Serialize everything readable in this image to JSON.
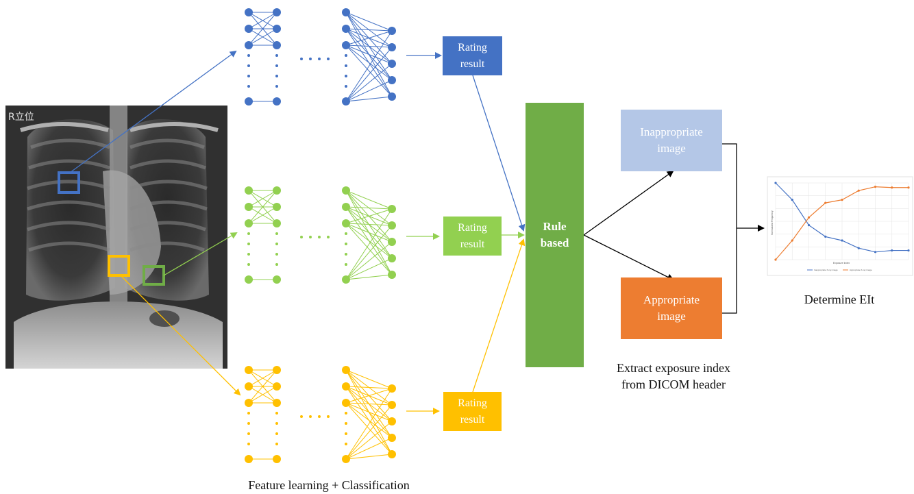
{
  "xray": {
    "label": "R立位"
  },
  "boxes": {
    "rating_blue": "Rating result",
    "rating_green": "Rating result",
    "rating_yellow": "Rating result",
    "rule": "Rule based",
    "inappropriate": "Inappropriate image",
    "appropriate": "Appropriate image"
  },
  "captions": {
    "extract": "Extract exposure index from DICOM header",
    "determine": "Determine EIt",
    "feature": "Feature learning + Classification"
  },
  "mini_chart_text": {
    "ylabel": "Normalized Frequency",
    "xlabel": "Exposure Index",
    "legend_a": "Inappropriate X-ray image",
    "legend_b": "Appropriate X-ray image"
  },
  "colors": {
    "blue": "#4472c4",
    "green": "#70ad47",
    "light_green": "#92d050",
    "yellow": "#ffc000",
    "light_blue": "#b4c7e7",
    "orange": "#ed7d31"
  },
  "chart_data": {
    "type": "line",
    "xlabel": "Exposure Index",
    "ylabel": "Normalized Frequency",
    "x": [
      1,
      2,
      3,
      4,
      5,
      6,
      7,
      8,
      9
    ],
    "series": [
      {
        "name": "Inappropriate X-ray image",
        "values": [
          1.0,
          0.78,
          0.45,
          0.3,
          0.25,
          0.15,
          0.1,
          0.12,
          0.12
        ],
        "color": "#4472c4"
      },
      {
        "name": "Appropriate X-ray image",
        "values": [
          0.0,
          0.25,
          0.55,
          0.74,
          0.78,
          0.9,
          0.95,
          0.94,
          0.94
        ],
        "color": "#ed7d31"
      }
    ],
    "ylim": [
      0,
      1
    ],
    "grid": true,
    "legend": "bottom"
  }
}
